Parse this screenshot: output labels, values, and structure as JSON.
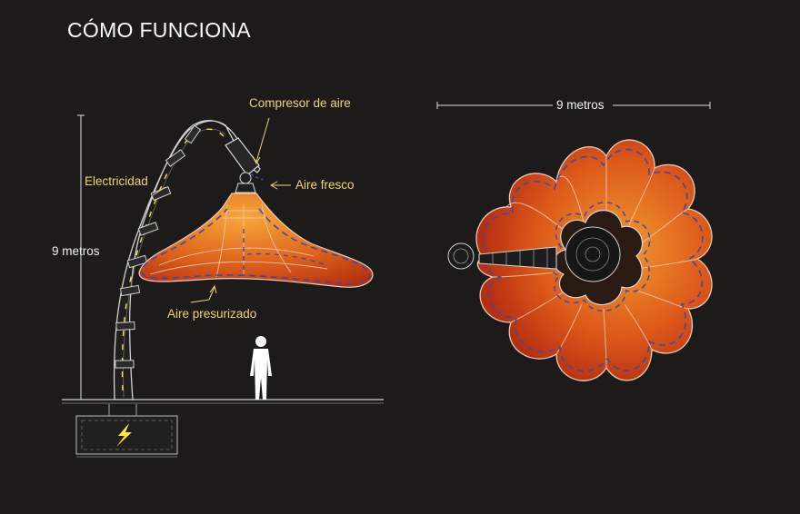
{
  "title": "CÓMO FUNCIONA",
  "labels": {
    "compresor": "Compresor de aire",
    "aire_fresco": "Aire fresco",
    "electricidad": "Electricidad",
    "aire_presurizado": "Aire presurizado"
  },
  "dimensions": {
    "height": "9 metros",
    "width": "9 metros"
  },
  "colors": {
    "background": "#1c1b1a",
    "label_text": "#f0d27a",
    "canopy_inner": "#f08a2a",
    "canopy_outer": "#b8300e",
    "electric": "#ffe640",
    "air_flow": "#3a4aa8"
  }
}
